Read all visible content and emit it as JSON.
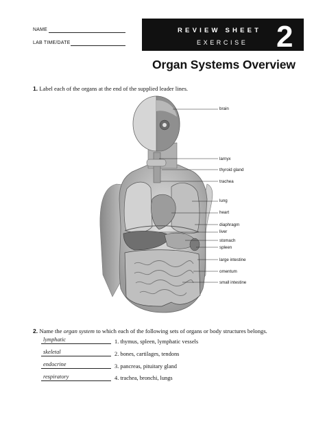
{
  "header": {
    "name_label": "NAME",
    "labtime_label": "LAB TIME/DATE",
    "review_sheet": "REVIEW SHEET",
    "exercise": "EXERCISE",
    "exercise_number": "2"
  },
  "title": "Organ Systems Overview",
  "question1": {
    "number": "1.",
    "text": "Label each of the organs at the end of the supplied leader lines."
  },
  "organ_labels": [
    "brain",
    "larnyx",
    "thyroid gland",
    "trachea",
    "lung",
    "heart",
    "diaphragm",
    "liver",
    "stomach",
    "spleen",
    "large intestine",
    "omentum",
    "small intestine"
  ],
  "question2": {
    "number": "2.",
    "text_before": "Name the ",
    "text_italic": "organ system",
    "text_after": " to which each of the following sets of organs or body structures belongs."
  },
  "answers": [
    {
      "answer": "lymphatic",
      "item": "1.  thymus, spleen, lymphatic vessels"
    },
    {
      "answer": "skeletal",
      "item": "2.  bones, cartilages, tendons"
    },
    {
      "answer": "endocrine",
      "item": "3.  pancreas, pituitary gland"
    },
    {
      "answer": "respiratory",
      "item": "4.  trachea, bronchi, lungs"
    }
  ]
}
